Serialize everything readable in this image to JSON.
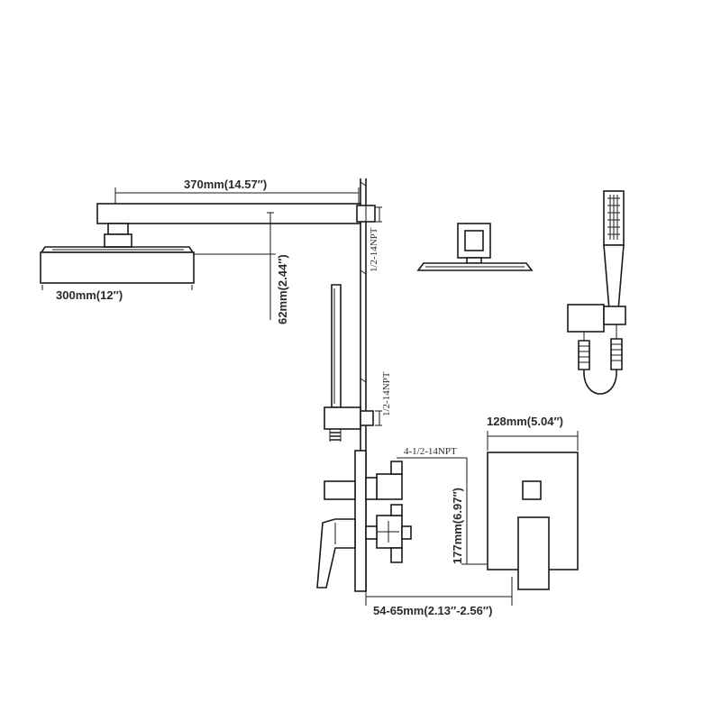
{
  "dimensions": {
    "arm_length": "370mm(14.57″)",
    "head_width": "300mm(12″)",
    "head_drop": "62mm(2.44″)",
    "plate_width": "128mm(5.04″)",
    "plate_height": "177mm(6.97″)",
    "wall_depth": "54-65mm(2.13″-2.56″)"
  },
  "threads": {
    "arm_connection": "1/2-14NPT",
    "handheld_connection": "1/2-14NPT",
    "valve_connection": "4-1/2-14NPT"
  }
}
